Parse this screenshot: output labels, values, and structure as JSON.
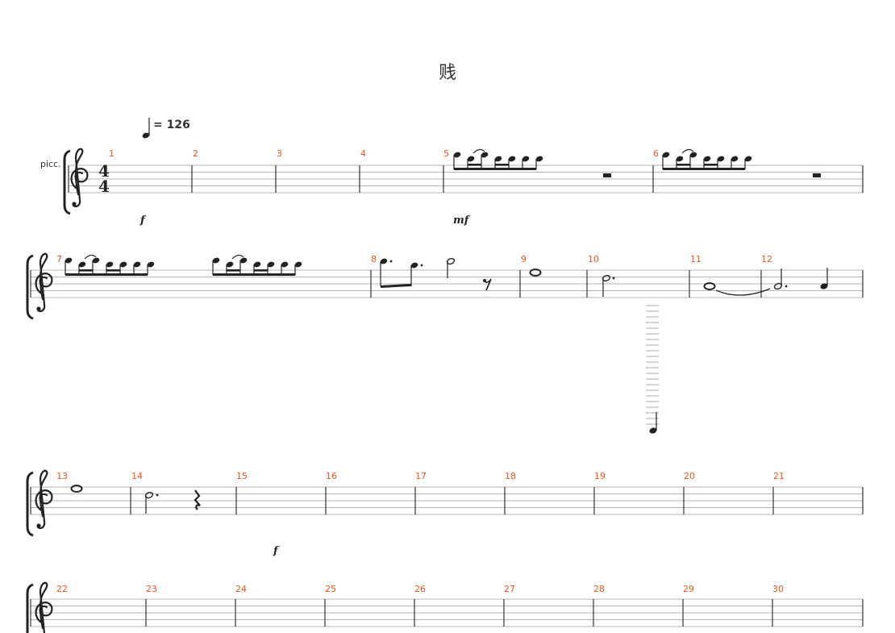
{
  "title": "贱",
  "tempo": {
    "note": "quarter",
    "bpm_label": "= 126"
  },
  "instrument_abbrev": "picc.",
  "time_signature": {
    "numerator": "4",
    "denominator": "4"
  },
  "measure_numbers": [
    "1",
    "2",
    "3",
    "4",
    "5",
    "6",
    "7",
    "8",
    "9",
    "10",
    "11",
    "12",
    "13",
    "14",
    "15",
    "16",
    "17",
    "18",
    "19",
    "20",
    "21",
    "22",
    "23",
    "24",
    "25",
    "26",
    "27",
    "28",
    "29",
    "30"
  ],
  "dynamics": [
    "f",
    "mf",
    "f"
  ],
  "colors": {
    "measure_number": "#e8521a",
    "staff_line": "#9a9a9a",
    "ink": "#222222"
  }
}
